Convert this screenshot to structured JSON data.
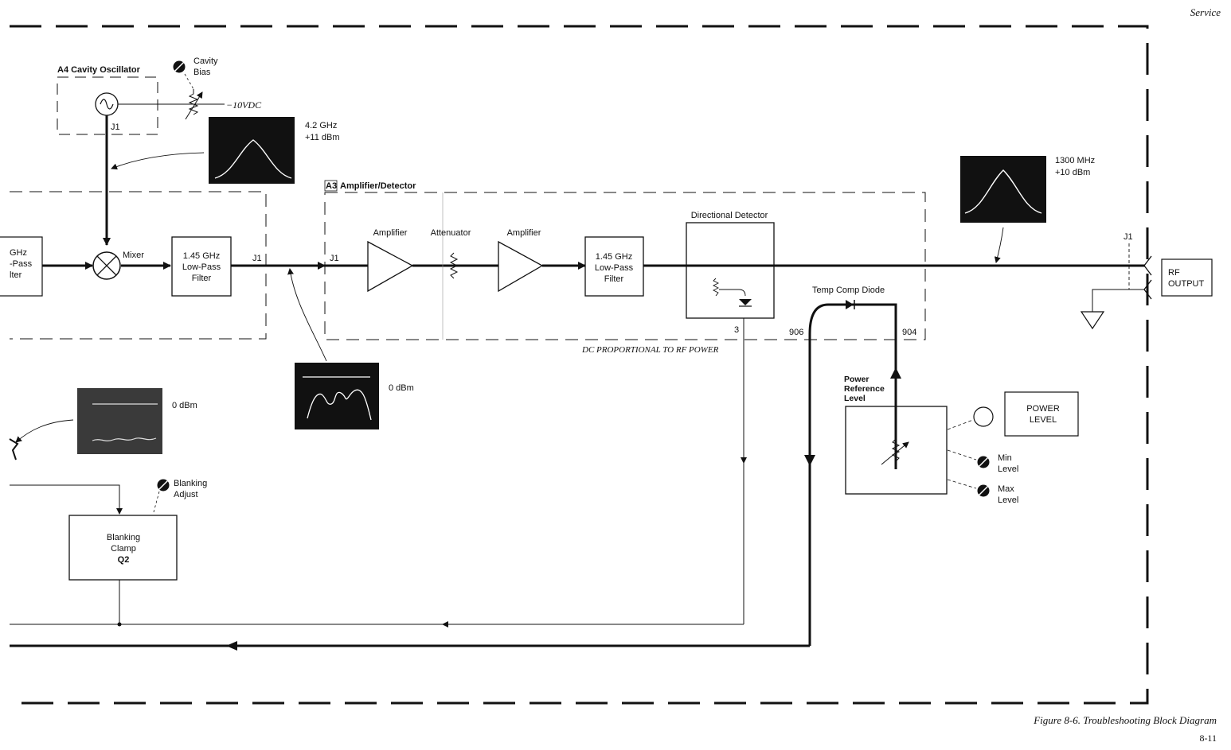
{
  "header": {
    "section": "Service"
  },
  "footer": {
    "caption": "Figure 8-6. Troubleshooting Block Diagram",
    "page_number": "8-11"
  },
  "diagram": {
    "cavity_oscillator": {
      "title": "A4 Cavity Oscillator",
      "connector": "J1"
    },
    "cavity_bias": {
      "line1": "Cavity",
      "line2": "Bias",
      "voltage": "−10VDC"
    },
    "scope_4ghz": {
      "line1": "4.2 GHz",
      "line2": "+11 dBm"
    },
    "left_filter": {
      "line1": "GHz",
      "line2": "-Pass",
      "line3": "lter"
    },
    "mixer_label": "Mixer",
    "lpf_1": {
      "line1": "1.45 GHz",
      "line2": "Low-Pass",
      "line3": "Filter",
      "connector": "J1"
    },
    "amp_detector": {
      "badge": "A3",
      "title": "Amplifier/Detector",
      "connector_in": "J1",
      "amplifier1": "Amplifier",
      "attenuator": "Attenuator",
      "amplifier2": "Amplifier",
      "lpf_2": {
        "line1": "1.45 GHz",
        "line2": "Low-Pass",
        "line3": "Filter"
      },
      "directional_detector": "Directional Detector",
      "temp_comp_diode": "Temp Comp Diode",
      "pin_3": "3",
      "pin_906": "906",
      "pin_904": "904",
      "dc_note": "DC PROPORTIONAL TO RF POWER"
    },
    "scope_1300": {
      "line1": "1300 MHz",
      "line2": "+10 dBm"
    },
    "rf_output": {
      "connector": "J1",
      "line1": "RF",
      "line2": "OUTPUT"
    },
    "scope_0dbm_mid": {
      "label": "0 dBm"
    },
    "scope_0dbm_left": {
      "label": "0 dBm"
    },
    "blanking_adjust": {
      "line1": "Blanking",
      "line2": "Adjust"
    },
    "blanking_clamp": {
      "line1": "Blanking",
      "line2": "Clamp",
      "line3": "Q2"
    },
    "power_reference": {
      "line1": "Power",
      "line2": "Reference",
      "line3": "Level"
    },
    "power_level_button": {
      "line1": "POWER",
      "line2": "LEVEL"
    },
    "min_level": {
      "line1": "Min",
      "line2": "Level"
    },
    "max_level": {
      "line1": "Max",
      "line2": "Level"
    }
  }
}
